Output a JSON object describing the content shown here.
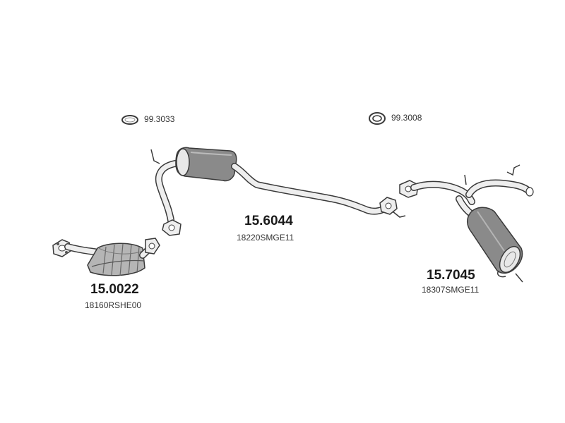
{
  "gaskets": [
    {
      "code": "99.3033",
      "icon": "oval-gasket-icon"
    },
    {
      "code": "99.3008",
      "icon": "ring-gasket-icon"
    }
  ],
  "parts": [
    {
      "part_number": "15.0022",
      "oem_number": "18160RSHE00",
      "icon": "front-pipe-catalyst-icon"
    },
    {
      "part_number": "15.6044",
      "oem_number": "18220SMGE11",
      "icon": "center-muffler-pipe-icon"
    },
    {
      "part_number": "15.7045",
      "oem_number": "18307SMGE11",
      "icon": "rear-muffler-icon"
    }
  ],
  "colors": {
    "line": "#3a3a3a",
    "fill": "#eeeeee",
    "shade": "#8a8a8a",
    "dark": "#555555"
  }
}
